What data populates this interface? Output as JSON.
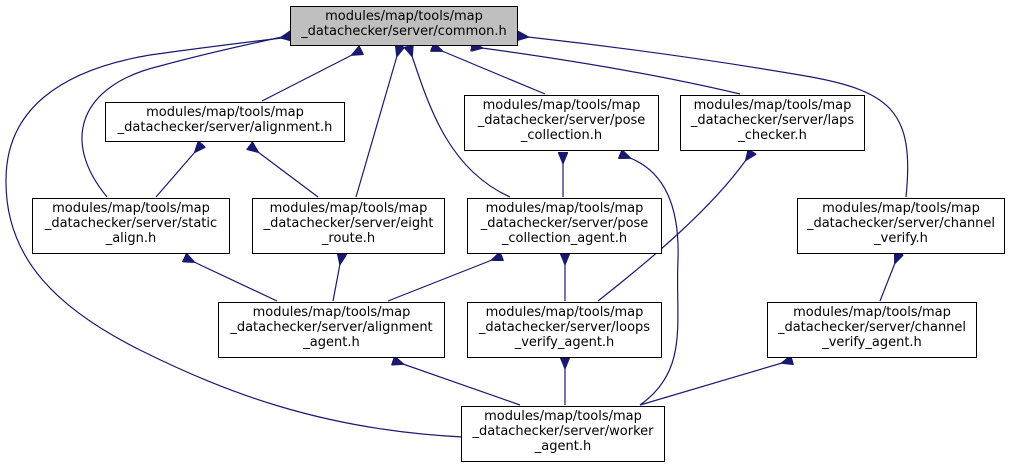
{
  "colors": {
    "edge": "#191970",
    "root_fill": "#bfbfbf",
    "node_fill": "#ffffff",
    "border": "#000000"
  },
  "nodes": {
    "common": {
      "lines": [
        "modules/map/tools/map",
        "_datachecker/server/common.h"
      ]
    },
    "alignment": {
      "lines": [
        "modules/map/tools/map",
        "_datachecker/server/alignment.h"
      ]
    },
    "pose_collection": {
      "lines": [
        "modules/map/tools/map",
        "_datachecker/server/pose",
        "_collection.h"
      ]
    },
    "laps_checker": {
      "lines": [
        "modules/map/tools/map",
        "_datachecker/server/laps",
        "_checker.h"
      ]
    },
    "static_align": {
      "lines": [
        "modules/map/tools/map",
        "_datachecker/server/static",
        "_align.h"
      ]
    },
    "eight_route": {
      "lines": [
        "modules/map/tools/map",
        "_datachecker/server/eight",
        "_route.h"
      ]
    },
    "pose_collection_agent": {
      "lines": [
        "modules/map/tools/map",
        "_datachecker/server/pose",
        "_collection_agent.h"
      ]
    },
    "channel_verify": {
      "lines": [
        "modules/map/tools/map",
        "_datachecker/server/channel",
        "_verify.h"
      ]
    },
    "alignment_agent": {
      "lines": [
        "modules/map/tools/map",
        "_datachecker/server/alignment",
        "_agent.h"
      ]
    },
    "loops_verify_agent": {
      "lines": [
        "modules/map/tools/map",
        "_datachecker/server/loops",
        "_verify_agent.h"
      ]
    },
    "channel_verify_agent": {
      "lines": [
        "modules/map/tools/map",
        "_datachecker/server/channel",
        "_verify_agent.h"
      ]
    },
    "worker_agent": {
      "lines": [
        "modules/map/tools/map",
        "_datachecker/server/worker",
        "_agent.h"
      ]
    }
  },
  "edges": [
    {
      "from": "alignment",
      "to": "common"
    },
    {
      "from": "static_align",
      "to": "common"
    },
    {
      "from": "worker_agent",
      "to": "common"
    },
    {
      "from": "eight_route",
      "to": "common"
    },
    {
      "from": "pose_collection_agent",
      "to": "common"
    },
    {
      "from": "pose_collection",
      "to": "common"
    },
    {
      "from": "laps_checker",
      "to": "common"
    },
    {
      "from": "channel_verify",
      "to": "common"
    },
    {
      "from": "static_align",
      "to": "alignment"
    },
    {
      "from": "eight_route",
      "to": "alignment"
    },
    {
      "from": "pose_collection_agent",
      "to": "pose_collection"
    },
    {
      "from": "worker_agent",
      "to": "pose_collection"
    },
    {
      "from": "loops_verify_agent",
      "to": "laps_checker"
    },
    {
      "from": "alignment_agent",
      "to": "static_align"
    },
    {
      "from": "alignment_agent",
      "to": "eight_route"
    },
    {
      "from": "alignment_agent",
      "to": "pose_collection_agent"
    },
    {
      "from": "loops_verify_agent",
      "to": "pose_collection_agent"
    },
    {
      "from": "channel_verify_agent",
      "to": "channel_verify"
    },
    {
      "from": "worker_agent",
      "to": "alignment_agent"
    },
    {
      "from": "worker_agent",
      "to": "loops_verify_agent"
    },
    {
      "from": "worker_agent",
      "to": "channel_verify_agent"
    }
  ]
}
